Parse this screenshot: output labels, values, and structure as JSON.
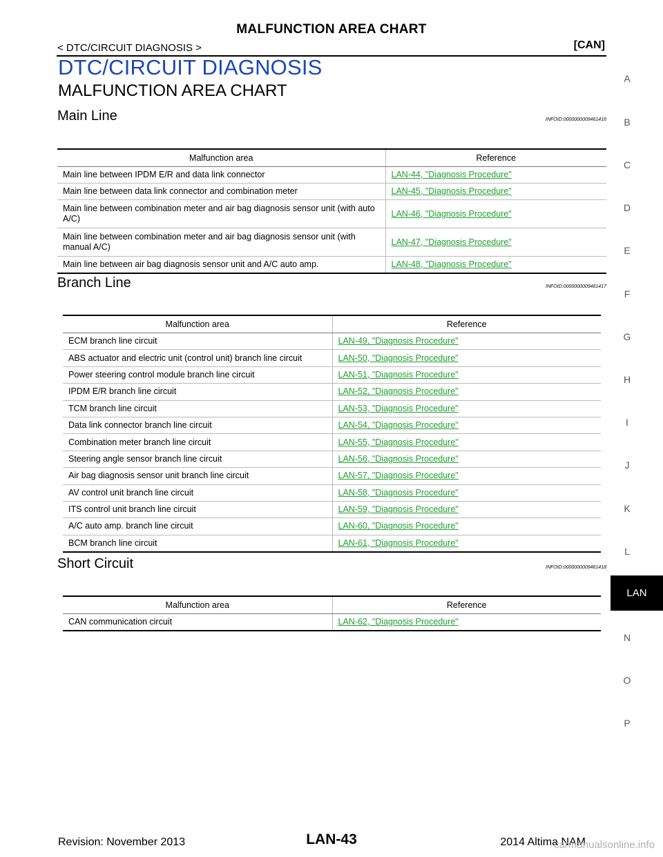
{
  "header": {
    "page_title": "MALFUNCTION AREA CHART",
    "breadcrumb": "< DTC/CIRCUIT DIAGNOSIS >",
    "section_tag": "[CAN]"
  },
  "chapter_title": "DTC/CIRCUIT DIAGNOSIS",
  "section_title": "MALFUNCTION AREA CHART",
  "main_line": {
    "title": "Main Line",
    "infoid": "INFOID:0000000009461416",
    "col_area": "Malfunction area",
    "col_ref": "Reference",
    "rows": [
      {
        "area": "Main line between IPDM E/R and data link connector",
        "ref": "LAN-44, \"Diagnosis Procedure\""
      },
      {
        "area": "Main line between data link connector and combination meter",
        "ref": "LAN-45, \"Diagnosis Procedure\""
      },
      {
        "area": "Main line between combination meter and air bag diagnosis sensor unit (with auto A/C)",
        "ref": "LAN-46, \"Diagnosis Procedure\""
      },
      {
        "area": "Main line between combination meter and air bag diagnosis sensor unit (with manual A/C)",
        "ref": "LAN-47, \"Diagnosis Procedure\""
      },
      {
        "area": "Main line between air bag diagnosis sensor unit and A/C auto amp.",
        "ref": "LAN-48, \"Diagnosis Procedure\""
      }
    ]
  },
  "branch_line": {
    "title": "Branch Line",
    "infoid": "INFOID:0000000009461417",
    "col_area": "Malfunction area",
    "col_ref": "Reference",
    "rows": [
      {
        "area": "ECM branch line circuit",
        "ref": "LAN-49, \"Diagnosis Procedure\""
      },
      {
        "area": "ABS actuator and electric unit (control unit) branch line circuit",
        "ref": "LAN-50, \"Diagnosis Procedure\""
      },
      {
        "area": "Power steering control module branch line circuit",
        "ref": "LAN-51, \"Diagnosis Procedure\""
      },
      {
        "area": "IPDM  E/R branch line circuit",
        "ref": "LAN-52, \"Diagnosis Procedure\""
      },
      {
        "area": "TCM branch line circuit",
        "ref": "LAN-53, \"Diagnosis Procedure\""
      },
      {
        "area": "Data link connector branch line circuit",
        "ref": "LAN-54, \"Diagnosis Procedure\""
      },
      {
        "area": "Combination meter branch line circuit",
        "ref": "LAN-55, \"Diagnosis Procedure\""
      },
      {
        "area": "Steering angle sensor branch line circuit",
        "ref": "LAN-56, \"Diagnosis Procedure\""
      },
      {
        "area": "Air bag diagnosis sensor unit branch line circuit",
        "ref": "LAN-57, \"Diagnosis Procedure\""
      },
      {
        "area": "AV control unit branch line circuit",
        "ref": "LAN-58, \"Diagnosis Procedure\""
      },
      {
        "area": "ITS control unit branch line circuit",
        "ref": "LAN-59, \"Diagnosis Procedure\""
      },
      {
        "area": "A/C auto amp. branch line circuit",
        "ref": "LAN-60, \"Diagnosis Procedure\""
      },
      {
        "area": "BCM branch line circuit",
        "ref": "LAN-61, \"Diagnosis Procedure\""
      }
    ]
  },
  "short_circuit": {
    "title": "Short Circuit",
    "infoid": "INFOID:0000000009461418",
    "col_area": "Malfunction area",
    "col_ref": "Reference",
    "rows": [
      {
        "area": "CAN communication circuit",
        "ref": "LAN-62, \"Diagnosis Procedure\""
      }
    ]
  },
  "side_index": {
    "letters": [
      "A",
      "B",
      "C",
      "D",
      "E",
      "F",
      "G",
      "H",
      "I",
      "J",
      "K",
      "L",
      "N",
      "O",
      "P"
    ],
    "active_tab": "LAN"
  },
  "footer": {
    "revision": "Revision: November 2013",
    "page_number": "LAN-43",
    "model": "2014 Altima NAM",
    "watermark": "carmanualsonline.info"
  },
  "colors": {
    "chapter_title": "#1a46b8",
    "link": "#20a030",
    "active_tab_bg": "#000000"
  }
}
